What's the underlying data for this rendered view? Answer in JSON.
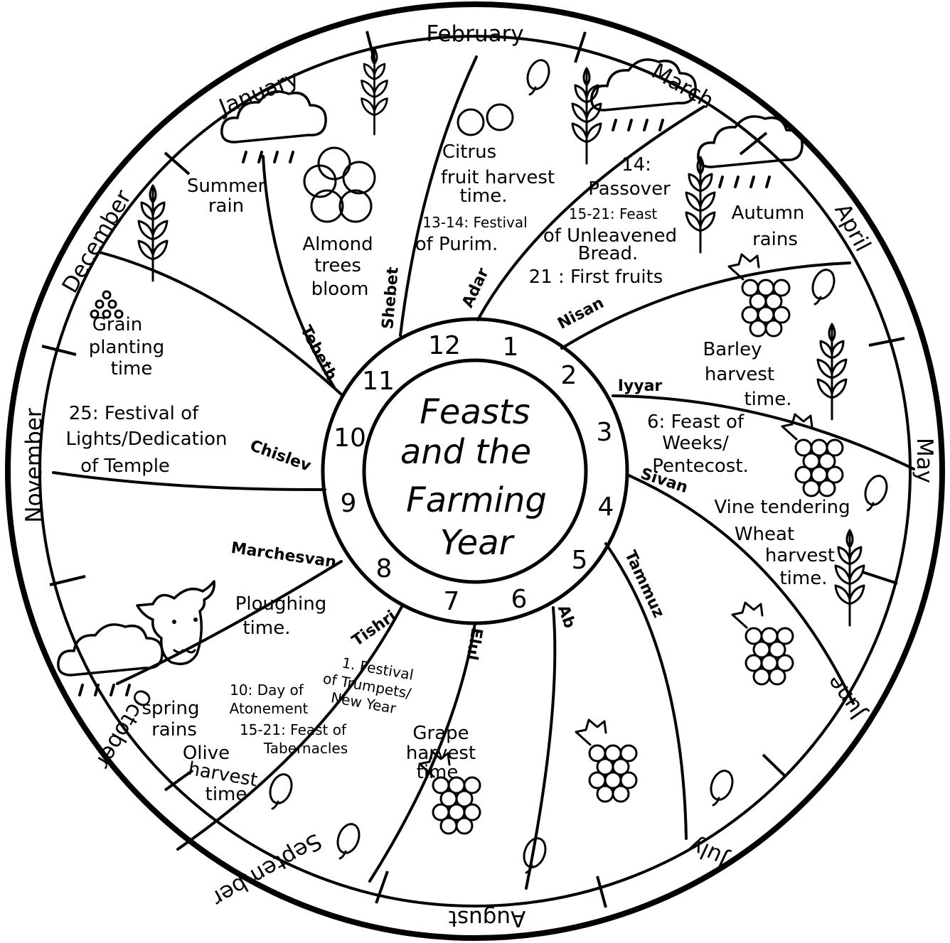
{
  "title_lines": [
    "Feasts",
    "and the",
    "Farming",
    "Year"
  ],
  "numbers": [
    "1",
    "2",
    "3",
    "4",
    "5",
    "6",
    "7",
    "8",
    "9",
    "10",
    "11",
    "12"
  ],
  "months": {
    "february": "February",
    "march": "March",
    "april": "April",
    "may": "May",
    "june": "June",
    "july": "July",
    "august": "August",
    "september": "September",
    "october": "October",
    "november": "November",
    "december": "December",
    "january": "January"
  },
  "hebrew_months": {
    "nisan": "Nisan",
    "iyyar": "Iyyar",
    "sivan": "Sivan",
    "tammuz": "Tammuz",
    "ab": "Ab",
    "elul": "Elul",
    "tishri": "Tishri",
    "marchesvan": "Marchesvan",
    "chislev": "Chislev",
    "tebeth": "Tebeth",
    "shebet": "Shebet",
    "adar": "Adar"
  },
  "annotations": {
    "citrus": [
      "Citrus",
      "fruit harvest",
      "time."
    ],
    "purim": [
      "13-14: Festival",
      "of Purim."
    ],
    "passover": [
      "14:",
      "Passover"
    ],
    "unleavened": [
      "15-21: Feast",
      "of Unleavened",
      "Bread."
    ],
    "first_fruits": "21 : First fruits",
    "autumn_rains": [
      "Autumn",
      "rains"
    ],
    "barley": [
      "Barley",
      "harvest",
      "time."
    ],
    "weeks": [
      "6: Feast of",
      "Weeks/",
      "Pentecost."
    ],
    "vine": "Vine tendering",
    "wheat": [
      "Wheat",
      "harvest",
      "time."
    ],
    "grape": [
      "Grape",
      "harvest",
      "time"
    ],
    "trumpets": [
      "1. Festival",
      "of Trumpets/",
      "New Year"
    ],
    "atonement": [
      "10: Day of",
      "Atonement"
    ],
    "tabernacles": [
      "15-21: Feast of",
      "Tabernacles"
    ],
    "olive": [
      "Olive",
      "harvest",
      "time"
    ],
    "spring_rains": [
      "spring",
      "rains"
    ],
    "ploughing": [
      "Ploughing",
      "time."
    ],
    "lights": [
      "25: Festival of",
      "Lights/Dedication",
      "of Temple"
    ],
    "grain_planting": [
      "Grain",
      "planting",
      "time"
    ],
    "summer_rain": [
      "Summer",
      "rain"
    ],
    "almond": [
      "Almond",
      "trees",
      "bloom"
    ]
  }
}
